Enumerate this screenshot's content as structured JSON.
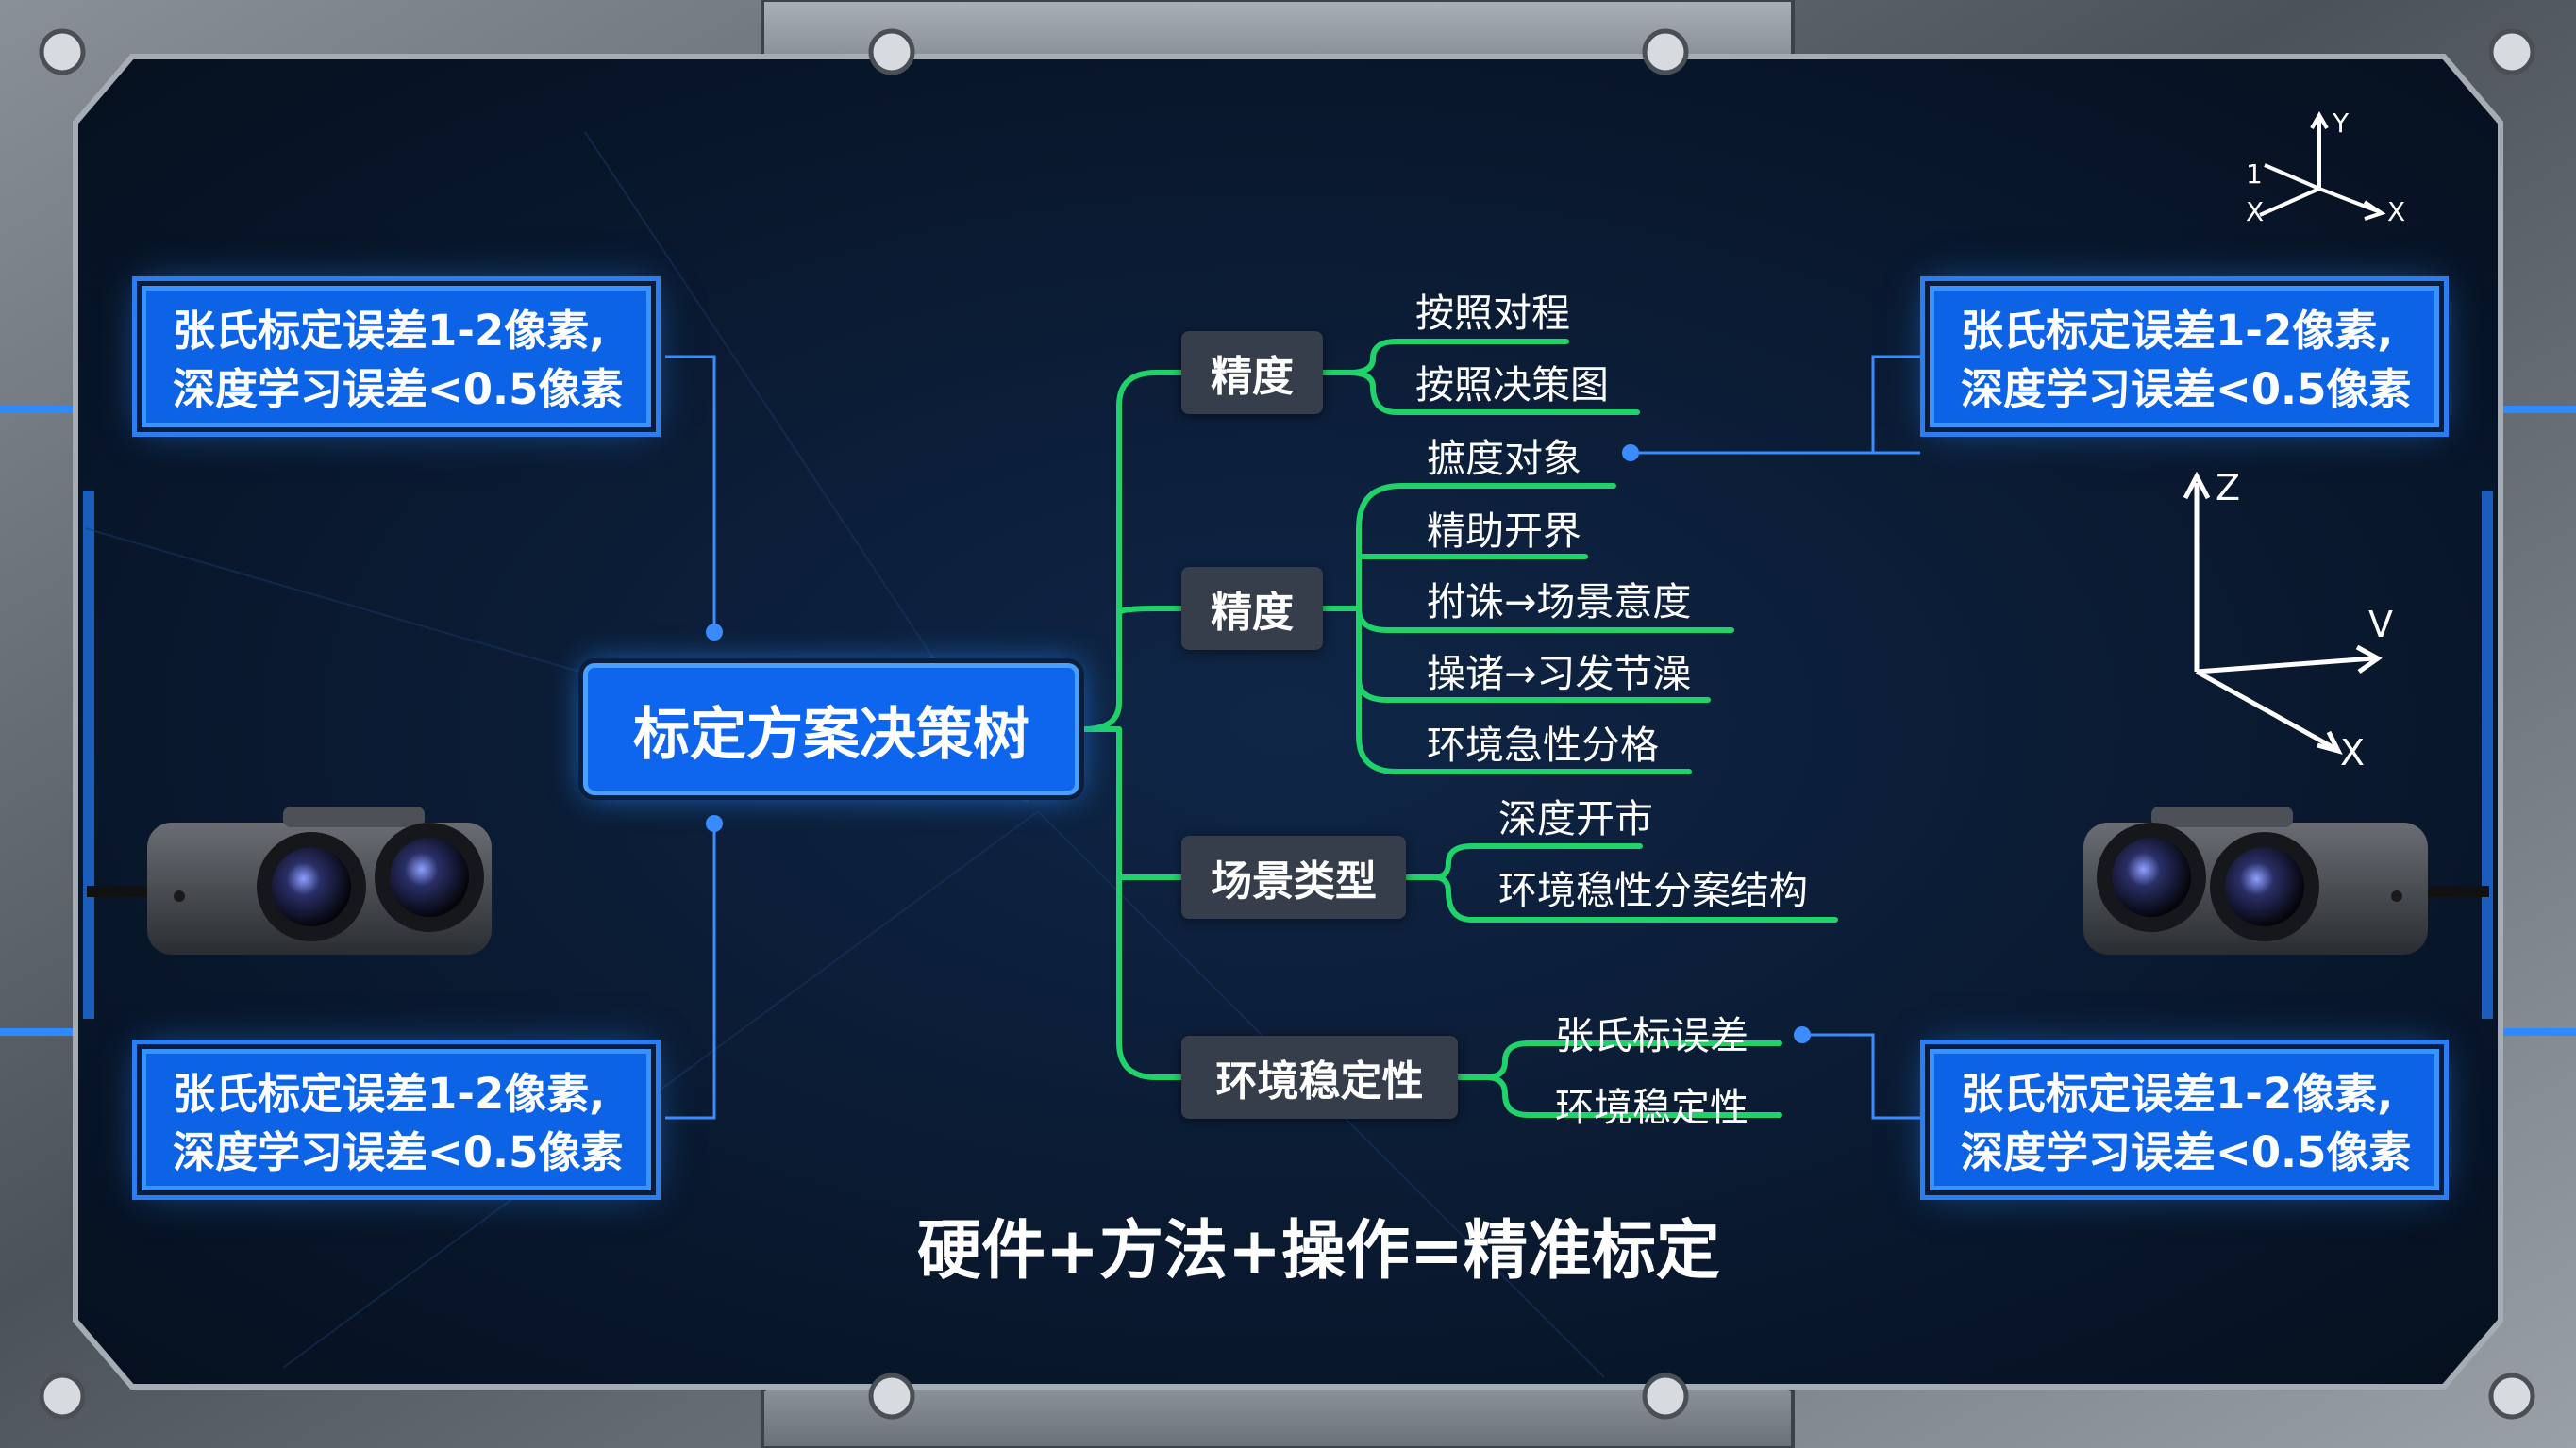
{
  "diagram": {
    "root": "标定方案决策树",
    "branches": [
      {
        "label": "精度",
        "leaves": [
          "按照对程",
          "按照决策图"
        ]
      },
      {
        "label": "精度",
        "leaves": [
          "摭度对象",
          "精助开界",
          "拊诛→场景意度",
          "操诸→习发节澡",
          "环境急性分格"
        ]
      },
      {
        "label": "场景类型",
        "leaves": [
          "深度开市",
          "环境稳性分案结构"
        ]
      },
      {
        "label": "环境稳定性",
        "leaves": [
          "张氏标误差",
          "环境稳定性"
        ]
      }
    ],
    "callouts": [
      {
        "line1": "张氏标定误差1-2像素,",
        "line2": "深度学习误差<0.5像素"
      },
      {
        "line1": "张氏标定误差1-2像素,",
        "line2": "深度学习误差<0.5像素"
      },
      {
        "line1": "张氏标定误差1-2像素,",
        "line2": "深度学习误差<0.5像素"
      },
      {
        "line1": "张氏标定误差1-2像素,",
        "line2": "深度学习误差<0.5像素"
      }
    ],
    "slogan": "硬件+方法+操作=精准标定",
    "axes_top": {
      "y": "Y",
      "x_left": "X",
      "x_right": "X",
      "one": "1"
    },
    "axes_mid": {
      "z": "Z",
      "v": "V",
      "x": "X"
    }
  },
  "colors": {
    "accent_blue": "#0f66ee",
    "connector_green": "#1fd36a",
    "node_gray": "#353e4a",
    "background_navy": "#0a1a33"
  },
  "icons": [
    "stereo-camera-icon",
    "axis-gizmo-icon"
  ]
}
